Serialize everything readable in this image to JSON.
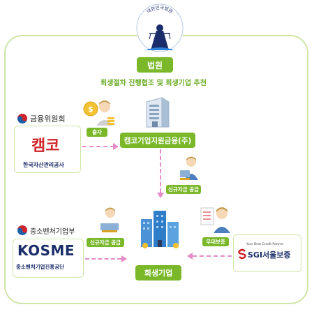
{
  "court": {
    "seal_text": "대한민국법원",
    "label": "법원",
    "subtitle": "회생절차 진행협조 및 회생기업 추천"
  },
  "fsc": {
    "name": "금융위원회"
  },
  "kamco": {
    "logo_text": "캠코",
    "name": "한국자산관리공사"
  },
  "investment_tag": "출자",
  "center": {
    "label": "캠코기업지원금융(주)"
  },
  "new_funding_tag_top": "신규자금 공급",
  "mss": {
    "name": "중소벤처기업부"
  },
  "kosme": {
    "logo_text": "KOSME",
    "name": "중소벤처기업진흥공단"
  },
  "new_funding_tag_left": "신규자금 공급",
  "sgi": {
    "tagline": "Your Best Credit Partner",
    "logo_text": "SGI서울보증"
  },
  "guarantee_tag": "우대보증",
  "target": {
    "label": "회생기업"
  },
  "colors": {
    "green": "#7ab82a",
    "pink_arrow": "#e58bc7",
    "frame": "#cfe5a6",
    "navy": "#1b2e6b",
    "red": "#d2232a",
    "blue": "#1f5fa8"
  }
}
